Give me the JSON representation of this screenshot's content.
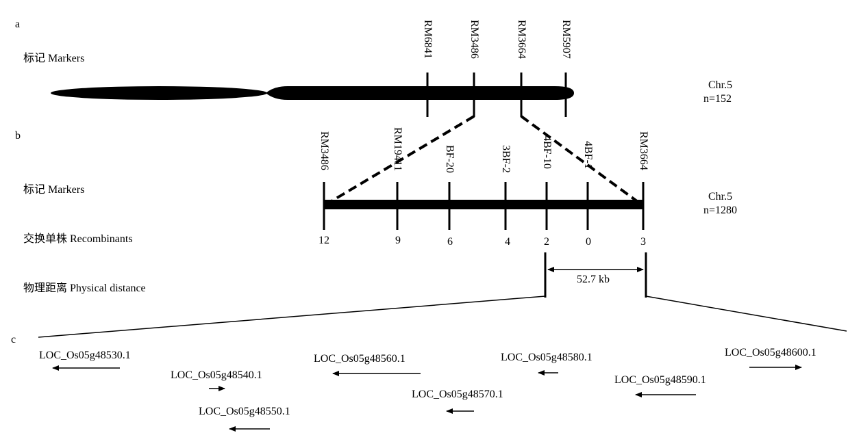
{
  "panel_a": {
    "label": "a",
    "row_label": "标记 Markers",
    "markers": [
      "RM6841",
      "RM3486",
      "RM3664",
      "RM5907"
    ],
    "chr": "Chr.5",
    "n": "n=152"
  },
  "panel_b": {
    "label": "b",
    "markers_label": "标记 Markers",
    "recomb_label": "交换单株 Recombinants",
    "physical_label": "物理距离 Physical distance",
    "markers": [
      "RM3486",
      "RM19411",
      "BF-20",
      "3BF-2",
      "4BF-10",
      "4BF-1",
      "RM3664"
    ],
    "recombinants": [
      "12",
      "9",
      "6",
      "4",
      "2",
      "0",
      "3"
    ],
    "distance": "52.7 kb",
    "chr": "Chr.5",
    "n": "n=1280"
  },
  "panel_c": {
    "label": "c",
    "genes": [
      {
        "name": "LOC_Os05g48530.1",
        "direction": "left"
      },
      {
        "name": "LOC_Os05g48540.1",
        "direction": "right"
      },
      {
        "name": "LOC_Os05g48550.1",
        "direction": "left"
      },
      {
        "name": "LOC_Os05g48560.1",
        "direction": "left"
      },
      {
        "name": "LOC_Os05g48570.1",
        "direction": "left"
      },
      {
        "name": "LOC_Os05g48580.1",
        "direction": "left"
      },
      {
        "name": "LOC_Os05g48590.1",
        "direction": "left"
      },
      {
        "name": "LOC_Os05g48600.1",
        "direction": "right"
      }
    ]
  }
}
